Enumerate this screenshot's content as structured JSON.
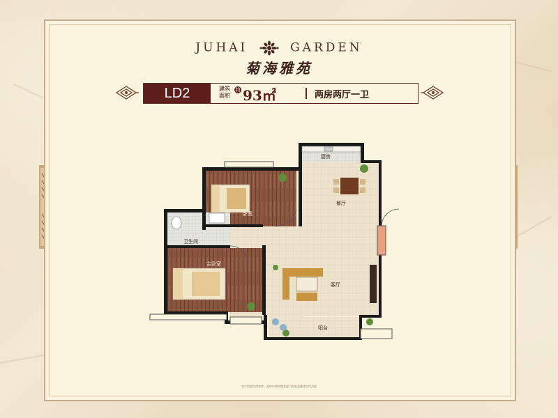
{
  "brand": {
    "english_left": "JUHAI",
    "english_right": "GARDEN",
    "chinese_name": "菊海雅苑"
  },
  "unit": {
    "code": "LD2",
    "area_label": "建筑面积",
    "area_unit_badge": "约",
    "area_value": "93㎡",
    "layout": "两房两厅一卫"
  },
  "rooms": {
    "kitchen": "厨房",
    "dining": "餐厅",
    "bedroom": "卧室",
    "bathroom": "卫生间",
    "master_bedroom": "主卧室",
    "living": "客厅",
    "balcony": "阳台"
  },
  "footnote": "本户型图仅供参考，具体以政府相关部门批准及最终交付为准",
  "colors": {
    "accent": "#5e1f1c",
    "frame": "#c8ac88",
    "wall": "#1a1a1a",
    "wood_floor": "#8a5640",
    "tile_floor": "#e9dcc4"
  },
  "icons": [
    "flower-logo-icon",
    "left-ornament-icon",
    "right-ornament-icon",
    "side-pillar-icon"
  ]
}
